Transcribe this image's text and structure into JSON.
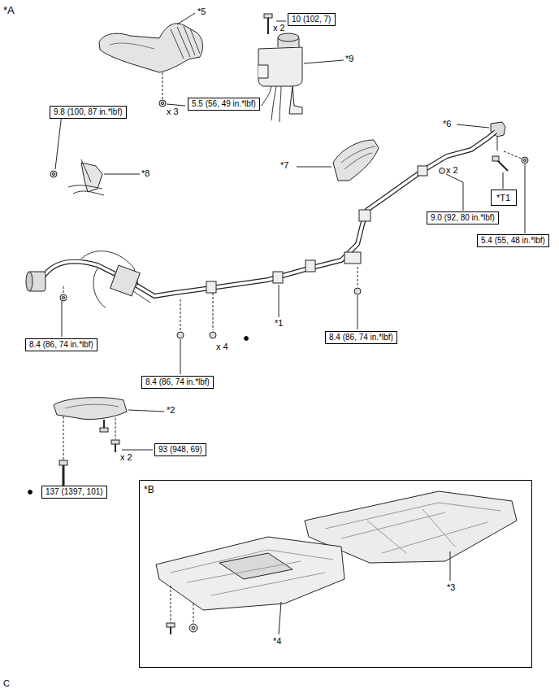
{
  "diagram": {
    "nodes": [
      {
        "text": [
          "10 (102, 7)"
        ]
      },
      {
        "text": [
          "5.5 (56, 49 in.*lbf)"
        ]
      },
      {
        "text": [
          "9.8 (100, 87 in.*lbf)"
        ]
      },
      {
        "text": [
          "*T1"
        ]
      },
      {
        "text": [
          "9.0 (92, 80 in.*lbf)"
        ]
      },
      {
        "text": [
          "5.4 (55, 48 in.*lbf)"
        ]
      },
      {
        "text": [
          "8.4 (86, 74 in.*lbf)"
        ]
      },
      {
        "text": [
          "8.4 (86, 74 in.*lbf)"
        ]
      },
      {
        "text": [
          "8.4 (86, 74 in.*lbf)"
        ]
      },
      {
        "text": [
          "93 (948, 69)"
        ]
      },
      {
        "text": [
          "*B"
        ]
      },
      {
        "text": [
          "137 (1397, 101)"
        ]
      }
    ],
    "labels": [
      "*A",
      "*5",
      "x 2",
      "*9",
      "x 3",
      "*8",
      "*6",
      "*7",
      "x 2",
      "*1",
      "x 4",
      "*2",
      "x 2",
      "*3",
      "*4",
      "C"
    ]
  }
}
